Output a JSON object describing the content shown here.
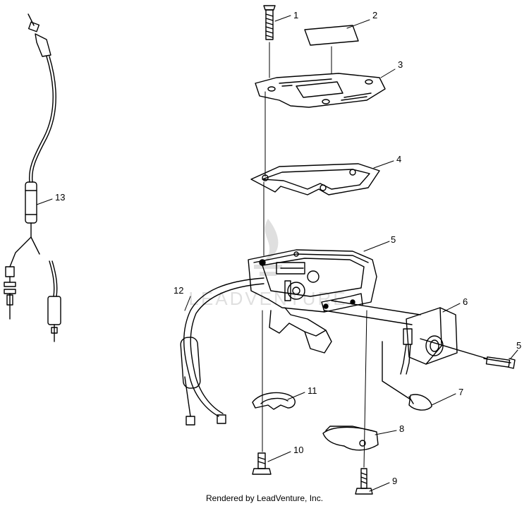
{
  "callouts": {
    "c1": "1",
    "c2": "2",
    "c3": "3",
    "c4": "4",
    "c5a": "5",
    "c5b": "5",
    "c6": "6",
    "c7": "7",
    "c8": "8",
    "c9": "9",
    "c10": "10",
    "c11": "11",
    "c12": "12",
    "c13": "13"
  },
  "watermark": {
    "text": "LEADVENTURE"
  },
  "footer": {
    "text": "Rendered by LeadVenture, Inc."
  },
  "colors": {
    "line": "#000000",
    "background": "#ffffff"
  }
}
